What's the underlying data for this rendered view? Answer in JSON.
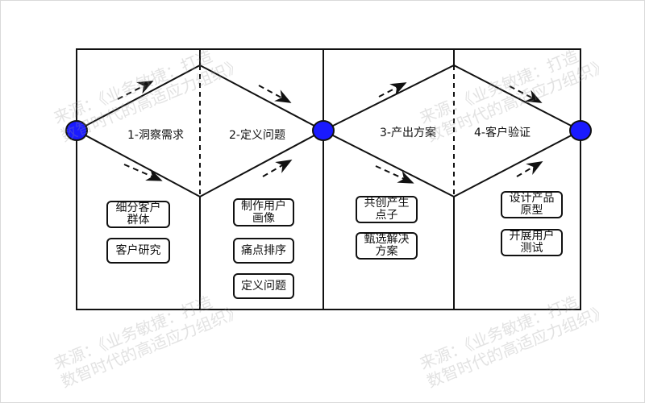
{
  "phases": [
    {
      "label": "1-洞察需求",
      "items": [
        "细分客户群体",
        "客户研究"
      ]
    },
    {
      "label": "2-定义问题",
      "items": [
        "制作用户画像",
        "痛点排序",
        "定义问题"
      ]
    },
    {
      "label": "3-产出方案",
      "items": [
        "共创产生点子",
        "甄选解决方案"
      ]
    },
    {
      "label": "4-客户验证",
      "items": [
        "设计产品原型",
        "开展用户测试"
      ]
    }
  ],
  "watermark": {
    "line1": "来源：《业务敏捷：打造",
    "line2": "数智时代的高适应力组织》"
  },
  "colors": {
    "node": "#1a1aff",
    "line": "#111111"
  }
}
